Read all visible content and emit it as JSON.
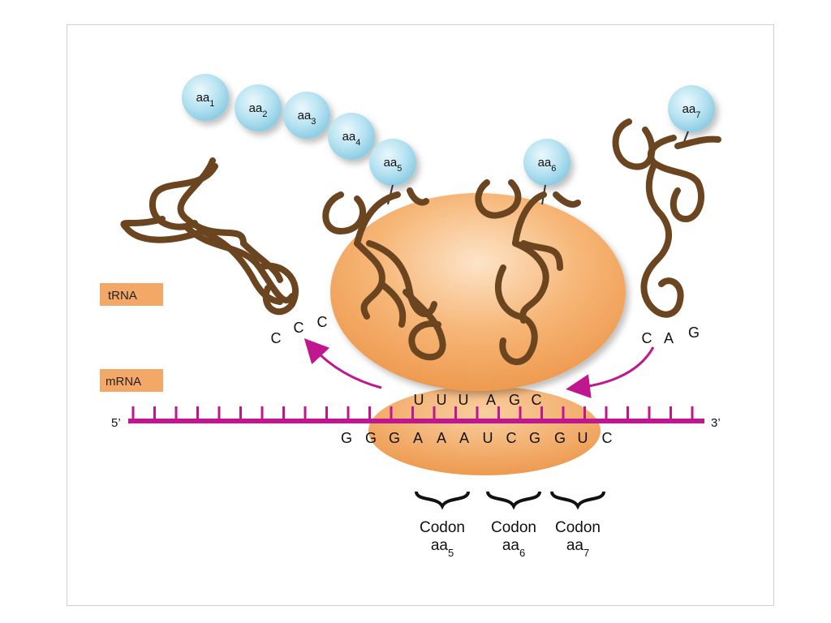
{
  "labels": {
    "trna": "tRNA",
    "mrna": "mRNA",
    "five_prime": "5’",
    "three_prime": "3’"
  },
  "amino_acids": [
    {
      "base": "aa",
      "sub": "1"
    },
    {
      "base": "aa",
      "sub": "2"
    },
    {
      "base": "aa",
      "sub": "3"
    },
    {
      "base": "aa",
      "sub": "4"
    },
    {
      "base": "aa",
      "sub": "5"
    },
    {
      "base": "aa",
      "sub": "6"
    },
    {
      "base": "aa",
      "sub": "7"
    }
  ],
  "leaving_anticodon": [
    "C",
    "C",
    "C"
  ],
  "incoming_anticodon": [
    "C",
    "A",
    "G"
  ],
  "bound_anticodons": [
    "U",
    "U",
    "U",
    "A",
    "G",
    "C"
  ],
  "mrna_sequence": [
    "G",
    "G",
    "G",
    "A",
    "A",
    "A",
    "U",
    "C",
    "G",
    "G",
    "U",
    "C"
  ],
  "codons": [
    {
      "label": "Codon",
      "base": "aa",
      "sub": "5"
    },
    {
      "label": "Codon",
      "base": "aa",
      "sub": "6"
    },
    {
      "label": "Codon",
      "base": "aa",
      "sub": "7"
    }
  ],
  "colors": {
    "ribosome": "#f2a25c",
    "ribosome_highlight": "#fde4c8",
    "trna": "#6b4420",
    "mrna": "#c0168f",
    "arrow": "#c0168f",
    "amino_acid": "#a9dcee",
    "amino_acid_highlight": "#eaf8fc",
    "label_box": "#f4a868"
  }
}
